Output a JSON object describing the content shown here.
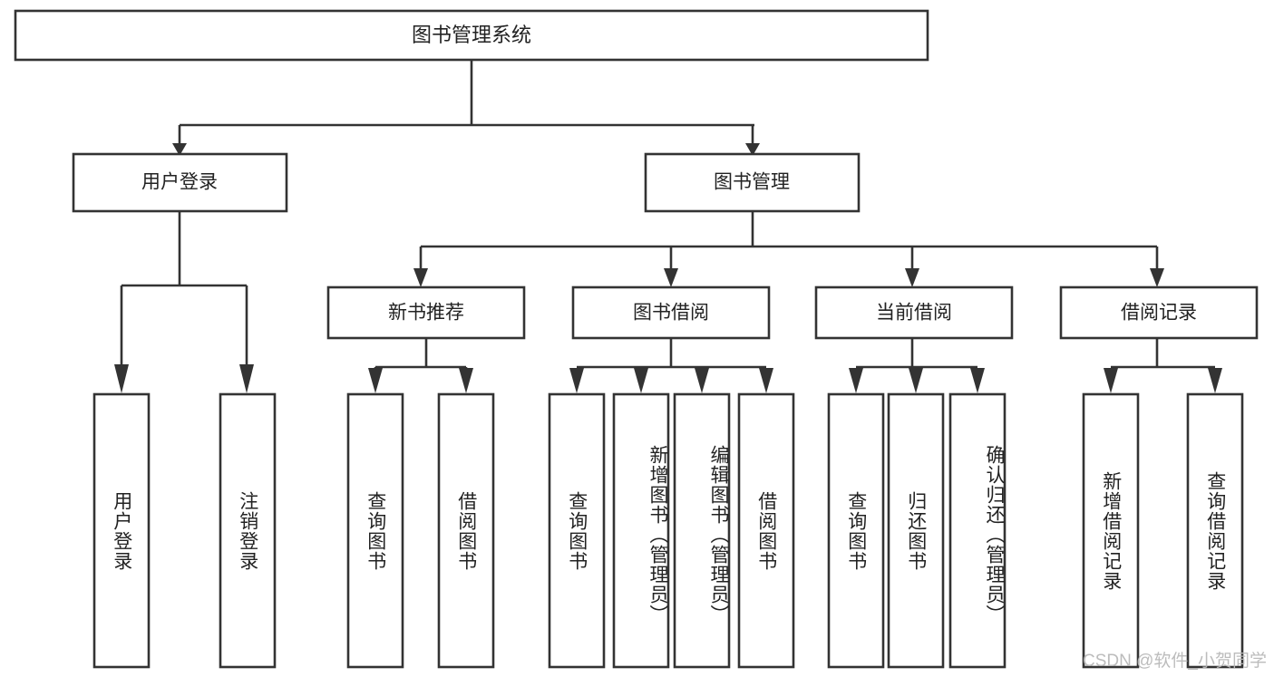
{
  "diagram": {
    "title": "图书管理系统",
    "type": "tree",
    "orientation": "top-down",
    "colors": {
      "box_stroke": "#333333",
      "box_fill": "#ffffff",
      "text": "#222222",
      "watermark": "#b9b9b9",
      "background": "#ffffff"
    },
    "root": {
      "label": "图书管理系统"
    },
    "level2": [
      {
        "label": "用户登录"
      },
      {
        "label": "图书管理"
      }
    ],
    "level3": [
      {
        "label": "新书推荐"
      },
      {
        "label": "图书借阅"
      },
      {
        "label": "当前借阅"
      },
      {
        "label": "借阅记录"
      }
    ],
    "leaves": {
      "user_login": [
        {
          "label": "用户登录"
        },
        {
          "label": "注销登录"
        }
      ],
      "new_book_recommend": [
        {
          "label": "查询图书"
        },
        {
          "label": "借阅图书"
        }
      ],
      "book_borrow": [
        {
          "label": "查询图书"
        },
        {
          "label": "新增图书（管理员）"
        },
        {
          "label": "编辑图书（管理员）"
        },
        {
          "label": "借阅图书"
        }
      ],
      "current_borrow": [
        {
          "label": "查询图书"
        },
        {
          "label": "归还图书"
        },
        {
          "label": "确认归还（管理员）"
        }
      ],
      "borrow_record": [
        {
          "label": "新增借阅记录"
        },
        {
          "label": "查询借阅记录"
        }
      ]
    }
  },
  "watermark": {
    "text": "CSDN @软件_小贺同学"
  }
}
